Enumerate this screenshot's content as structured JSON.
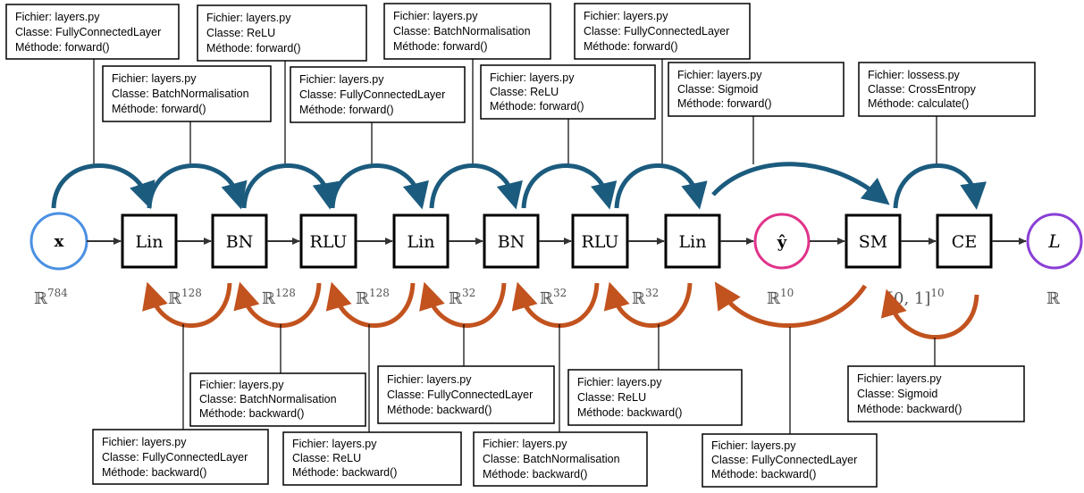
{
  "colors": {
    "forward_arrow": "#1b5b7e",
    "backward_arrow": "#c2531f",
    "input_circle": "#4a90e2",
    "output_circle": "#e0338a",
    "loss_circle": "#8a3fd6"
  },
  "nodes": {
    "x": "x",
    "lin1": "Lin",
    "bn1": "BN",
    "rlu1": "RLU",
    "lin2": "Lin",
    "bn2": "BN",
    "rlu2": "RLU",
    "lin3": "Lin",
    "yhat": "ŷ",
    "sm": "SM",
    "ce": "CE",
    "loss": "L"
  },
  "dims": {
    "d784": {
      "base": "ℝ",
      "exp": "784"
    },
    "d128a": {
      "base": "ℝ",
      "exp": "128"
    },
    "d128b": {
      "base": "ℝ",
      "exp": "128"
    },
    "d128c": {
      "base": "ℝ",
      "exp": "128"
    },
    "d32a": {
      "base": "ℝ",
      "exp": "32"
    },
    "d32b": {
      "base": "ℝ",
      "exp": "32"
    },
    "d32c": {
      "base": "ℝ",
      "exp": "32"
    },
    "d10": {
      "base": "ℝ",
      "exp": "10"
    },
    "d01": {
      "base": "[0, 1]",
      "exp": "10"
    },
    "dR": {
      "base": "ℝ",
      "exp": ""
    }
  },
  "forward_boxes": {
    "f1": {
      "file": "Fichier: layers.py",
      "cls": "Classe: FullyConnectedLayer",
      "method": "Méthode: forward()"
    },
    "f2": {
      "file": "Fichier: layers.py",
      "cls": "Classe: BatchNormalisation",
      "method": "Méthode: forward()"
    },
    "f3": {
      "file": "Fichier: layers.py",
      "cls": "Classe: ReLU",
      "method": "Méthode: forward()"
    },
    "f4": {
      "file": "Fichier: layers.py",
      "cls": "Classe: FullyConnectedLayer",
      "method": "Méthode: forward()"
    },
    "f5": {
      "file": "Fichier: layers.py",
      "cls": "Classe: BatchNormalisation",
      "method": "Méthode: forward()"
    },
    "f6": {
      "file": "Fichier: layers.py",
      "cls": "Classe: ReLU",
      "method": "Méthode: forward()"
    },
    "f7": {
      "file": "Fichier: layers.py",
      "cls": "Classe: FullyConnectedLayer",
      "method": "Méthode: forward()"
    },
    "f8": {
      "file": "Fichier: layers.py",
      "cls": "Classe: Sigmoid",
      "method": "Méthode: forward()"
    },
    "f9": {
      "file": "Fichier: lossess.py",
      "cls": "Classe: CrossEntropy",
      "method": "Méthode: calculate()"
    }
  },
  "backward_boxes": {
    "b1": {
      "file": "Fichier: layers.py",
      "cls": "Classe: FullyConnectedLayer",
      "method": "Méthode: backward()"
    },
    "b2": {
      "file": "Fichier: layers.py",
      "cls": "Classe: BatchNormalisation",
      "method": "Méthode: backward()"
    },
    "b3": {
      "file": "Fichier: layers.py",
      "cls": "Classe: ReLU",
      "method": "Méthode: backward()"
    },
    "b4": {
      "file": "Fichier: layers.py",
      "cls": "Classe: FullyConnectedLayer",
      "method": "Méthode: backward()"
    },
    "b5": {
      "file": "Fichier: layers.py",
      "cls": "Classe: BatchNormalisation",
      "method": "Méthode: backward()"
    },
    "b6": {
      "file": "Fichier: layers.py",
      "cls": "Classe: ReLU",
      "method": "Méthode: backward()"
    },
    "b7": {
      "file": "Fichier: layers.py",
      "cls": "Classe: FullyConnectedLayer",
      "method": "Méthode: backward()"
    },
    "b8": {
      "file": "Fichier: layers.py",
      "cls": "Classe: Sigmoid",
      "method": "Méthode: backward()"
    }
  }
}
